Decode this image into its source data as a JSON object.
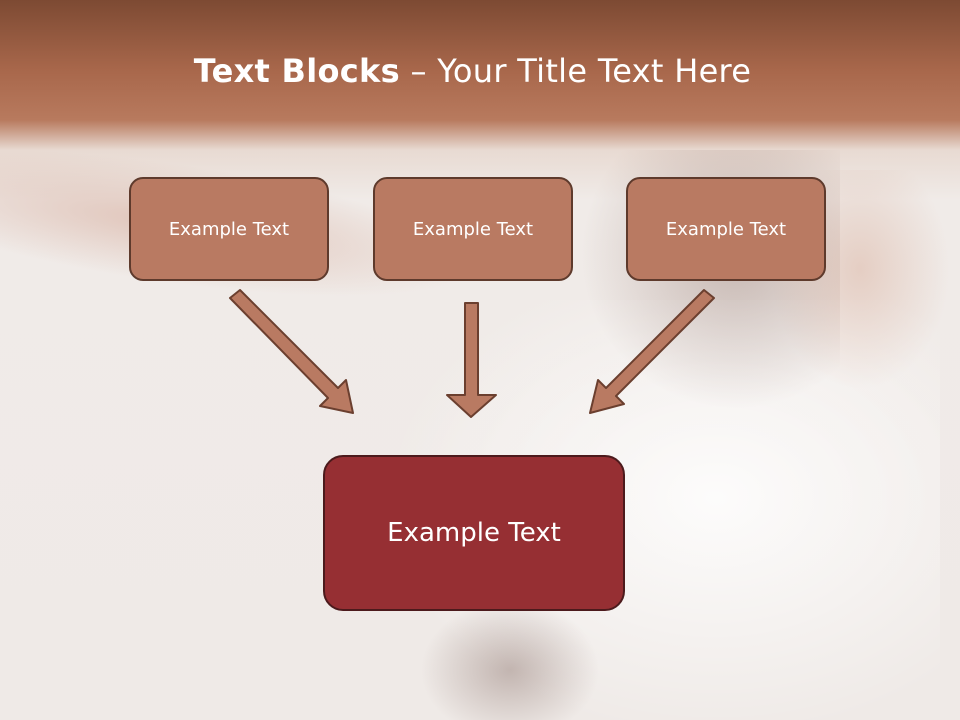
{
  "title": {
    "bold": "Text Blocks",
    "dash": "–",
    "rest": "Your Title Text Here"
  },
  "boxes": {
    "top": [
      "Example Text",
      "Example Text",
      "Example Text"
    ],
    "bottom": "Example Text"
  },
  "colors": {
    "header_band": "#a8674b",
    "top_box_fill": "#b97a62",
    "bottom_box_fill": "#962f33",
    "arrow_fill": "#b97a62",
    "arrow_stroke": "#6b3f2f"
  }
}
